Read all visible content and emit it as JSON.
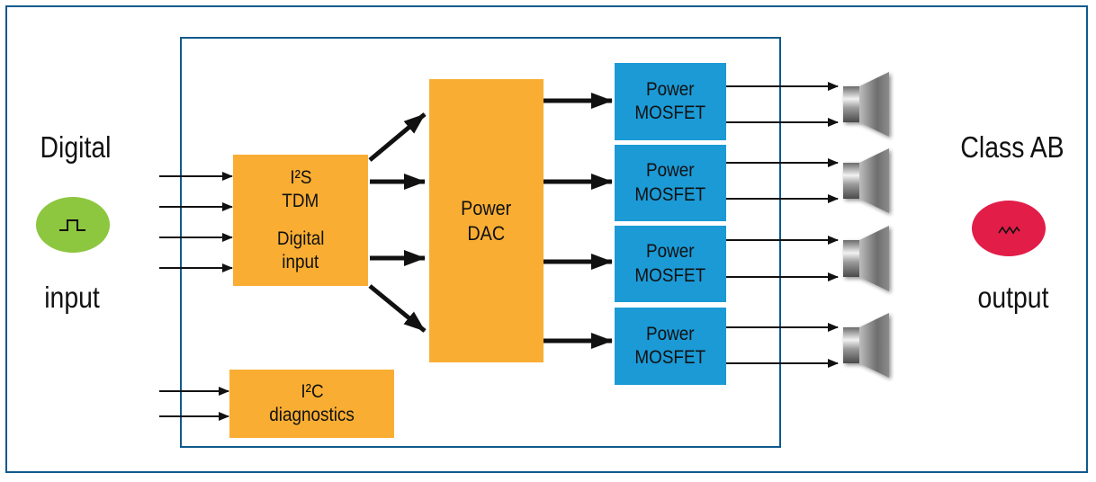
{
  "input_side": {
    "top_label": "Digital",
    "bottom_label": "input",
    "icon": "square-pulse-icon",
    "color": "#8dc63f"
  },
  "output_side": {
    "top_label": "Class AB",
    "bottom_label": "output",
    "icon": "zigzag-wave-icon",
    "color": "#e11d48"
  },
  "blocks": {
    "i2s": {
      "line1": "I²S",
      "line2": "TDM",
      "line3": "Digital",
      "line4": "input"
    },
    "i2c": {
      "line1": "I²C",
      "line2": "diagnostics"
    },
    "dac": {
      "line1": "Power",
      "line2": "DAC"
    },
    "mosfets": [
      {
        "line1": "Power",
        "line2": "MOSFET"
      },
      {
        "line1": "Power",
        "line2": "MOSFET"
      },
      {
        "line1": "Power",
        "line2": "MOSFET"
      },
      {
        "line1": "Power",
        "line2": "MOSFET"
      }
    ]
  },
  "colors": {
    "frame": "#0f5a8c",
    "orange_block": "#f9ae33",
    "blue_block": "#1b9ad6"
  },
  "speaker_icon": "speaker-icon"
}
